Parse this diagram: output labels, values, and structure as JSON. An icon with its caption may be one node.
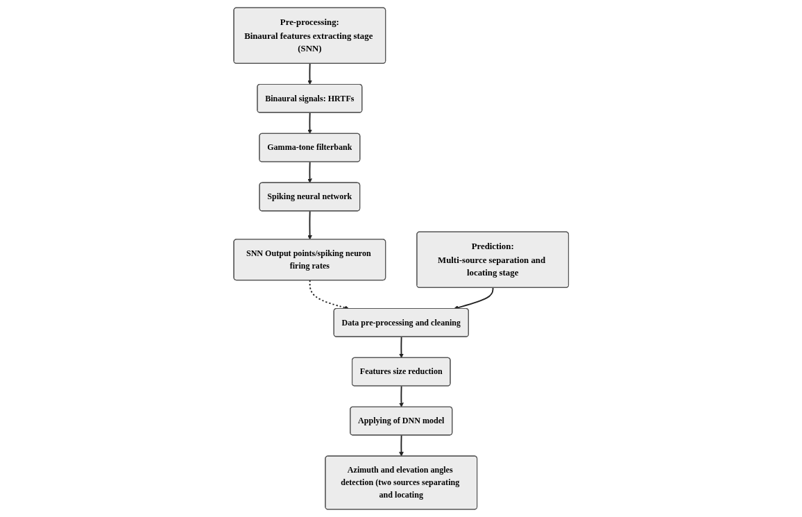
{
  "diagram": {
    "nodes": [
      {
        "text": [
          "Pre-processing:",
          "Binaural features extracting stage (SNN)"
        ]
      },
      {
        "text": [
          "Prediction:",
          "Multi-source separation and locating stage"
        ]
      },
      {
        "text": [
          "Binaural signals: HRTFs"
        ]
      },
      {
        "text": [
          "Gamma-tone filterbank"
        ]
      },
      {
        "text": [
          "Spiking neural network"
        ]
      },
      {
        "text": [
          "SNN Output points/spiking neuron firing rates"
        ]
      },
      {
        "text": [
          "Data pre-processing and cleaning"
        ]
      },
      {
        "text": [
          "Features size reduction"
        ]
      },
      {
        "text": [
          "Applying of DNN model"
        ]
      },
      {
        "text": [
          "Azimuth and elevation angles detection (two sources separating and locating"
        ]
      }
    ],
    "edges": [
      {
        "from": 0,
        "to": 2,
        "arrow": "to"
      },
      {
        "from": 2,
        "to": 3,
        "arrow": "to"
      },
      {
        "from": 3,
        "to": 4,
        "arrow": "to"
      },
      {
        "from": 4,
        "to": 5,
        "arrow": "to"
      },
      {
        "from": 5,
        "to": 6,
        "arrow": "to",
        "style": "dashed"
      },
      {
        "from": 1,
        "to": 6,
        "arrow": "to"
      },
      {
        "from": 6,
        "to": 7,
        "arrow": "to"
      },
      {
        "from": 7,
        "to": 8,
        "arrow": "to"
      },
      {
        "from": 8,
        "to": 9,
        "arrow": "to"
      }
    ]
  }
}
